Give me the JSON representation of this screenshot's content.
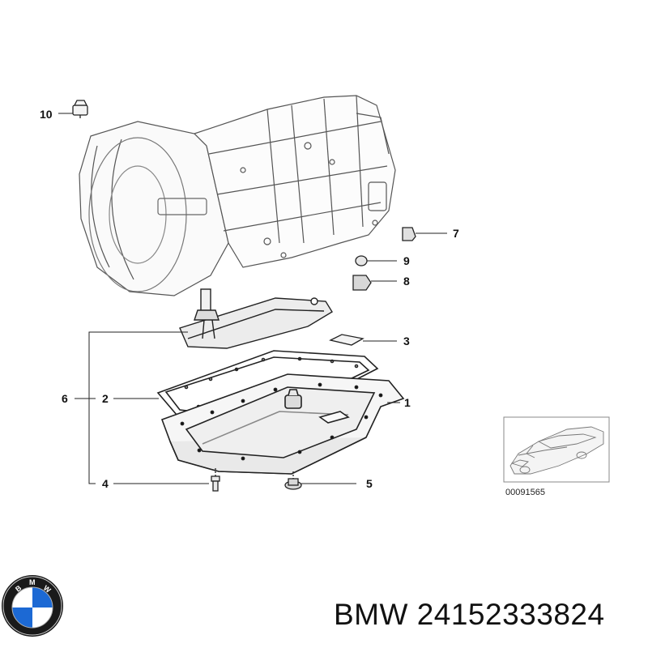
{
  "callouts": {
    "c1": "1",
    "c2": "2",
    "c3": "3",
    "c4": "4",
    "c5": "5",
    "c6": "6",
    "c7": "7",
    "c8": "8",
    "c9": "9",
    "c10": "10"
  },
  "reference_code": "00091565",
  "part_caption": "BMW 24152333824",
  "logo": {
    "name": "bmw-roundel",
    "letters": "BMW",
    "colors": {
      "blue": "#1c69d4",
      "ring": "#1a1a1a",
      "white": "#ffffff"
    }
  },
  "line_color": "#222222",
  "pan_shade": "#e9e9e9"
}
